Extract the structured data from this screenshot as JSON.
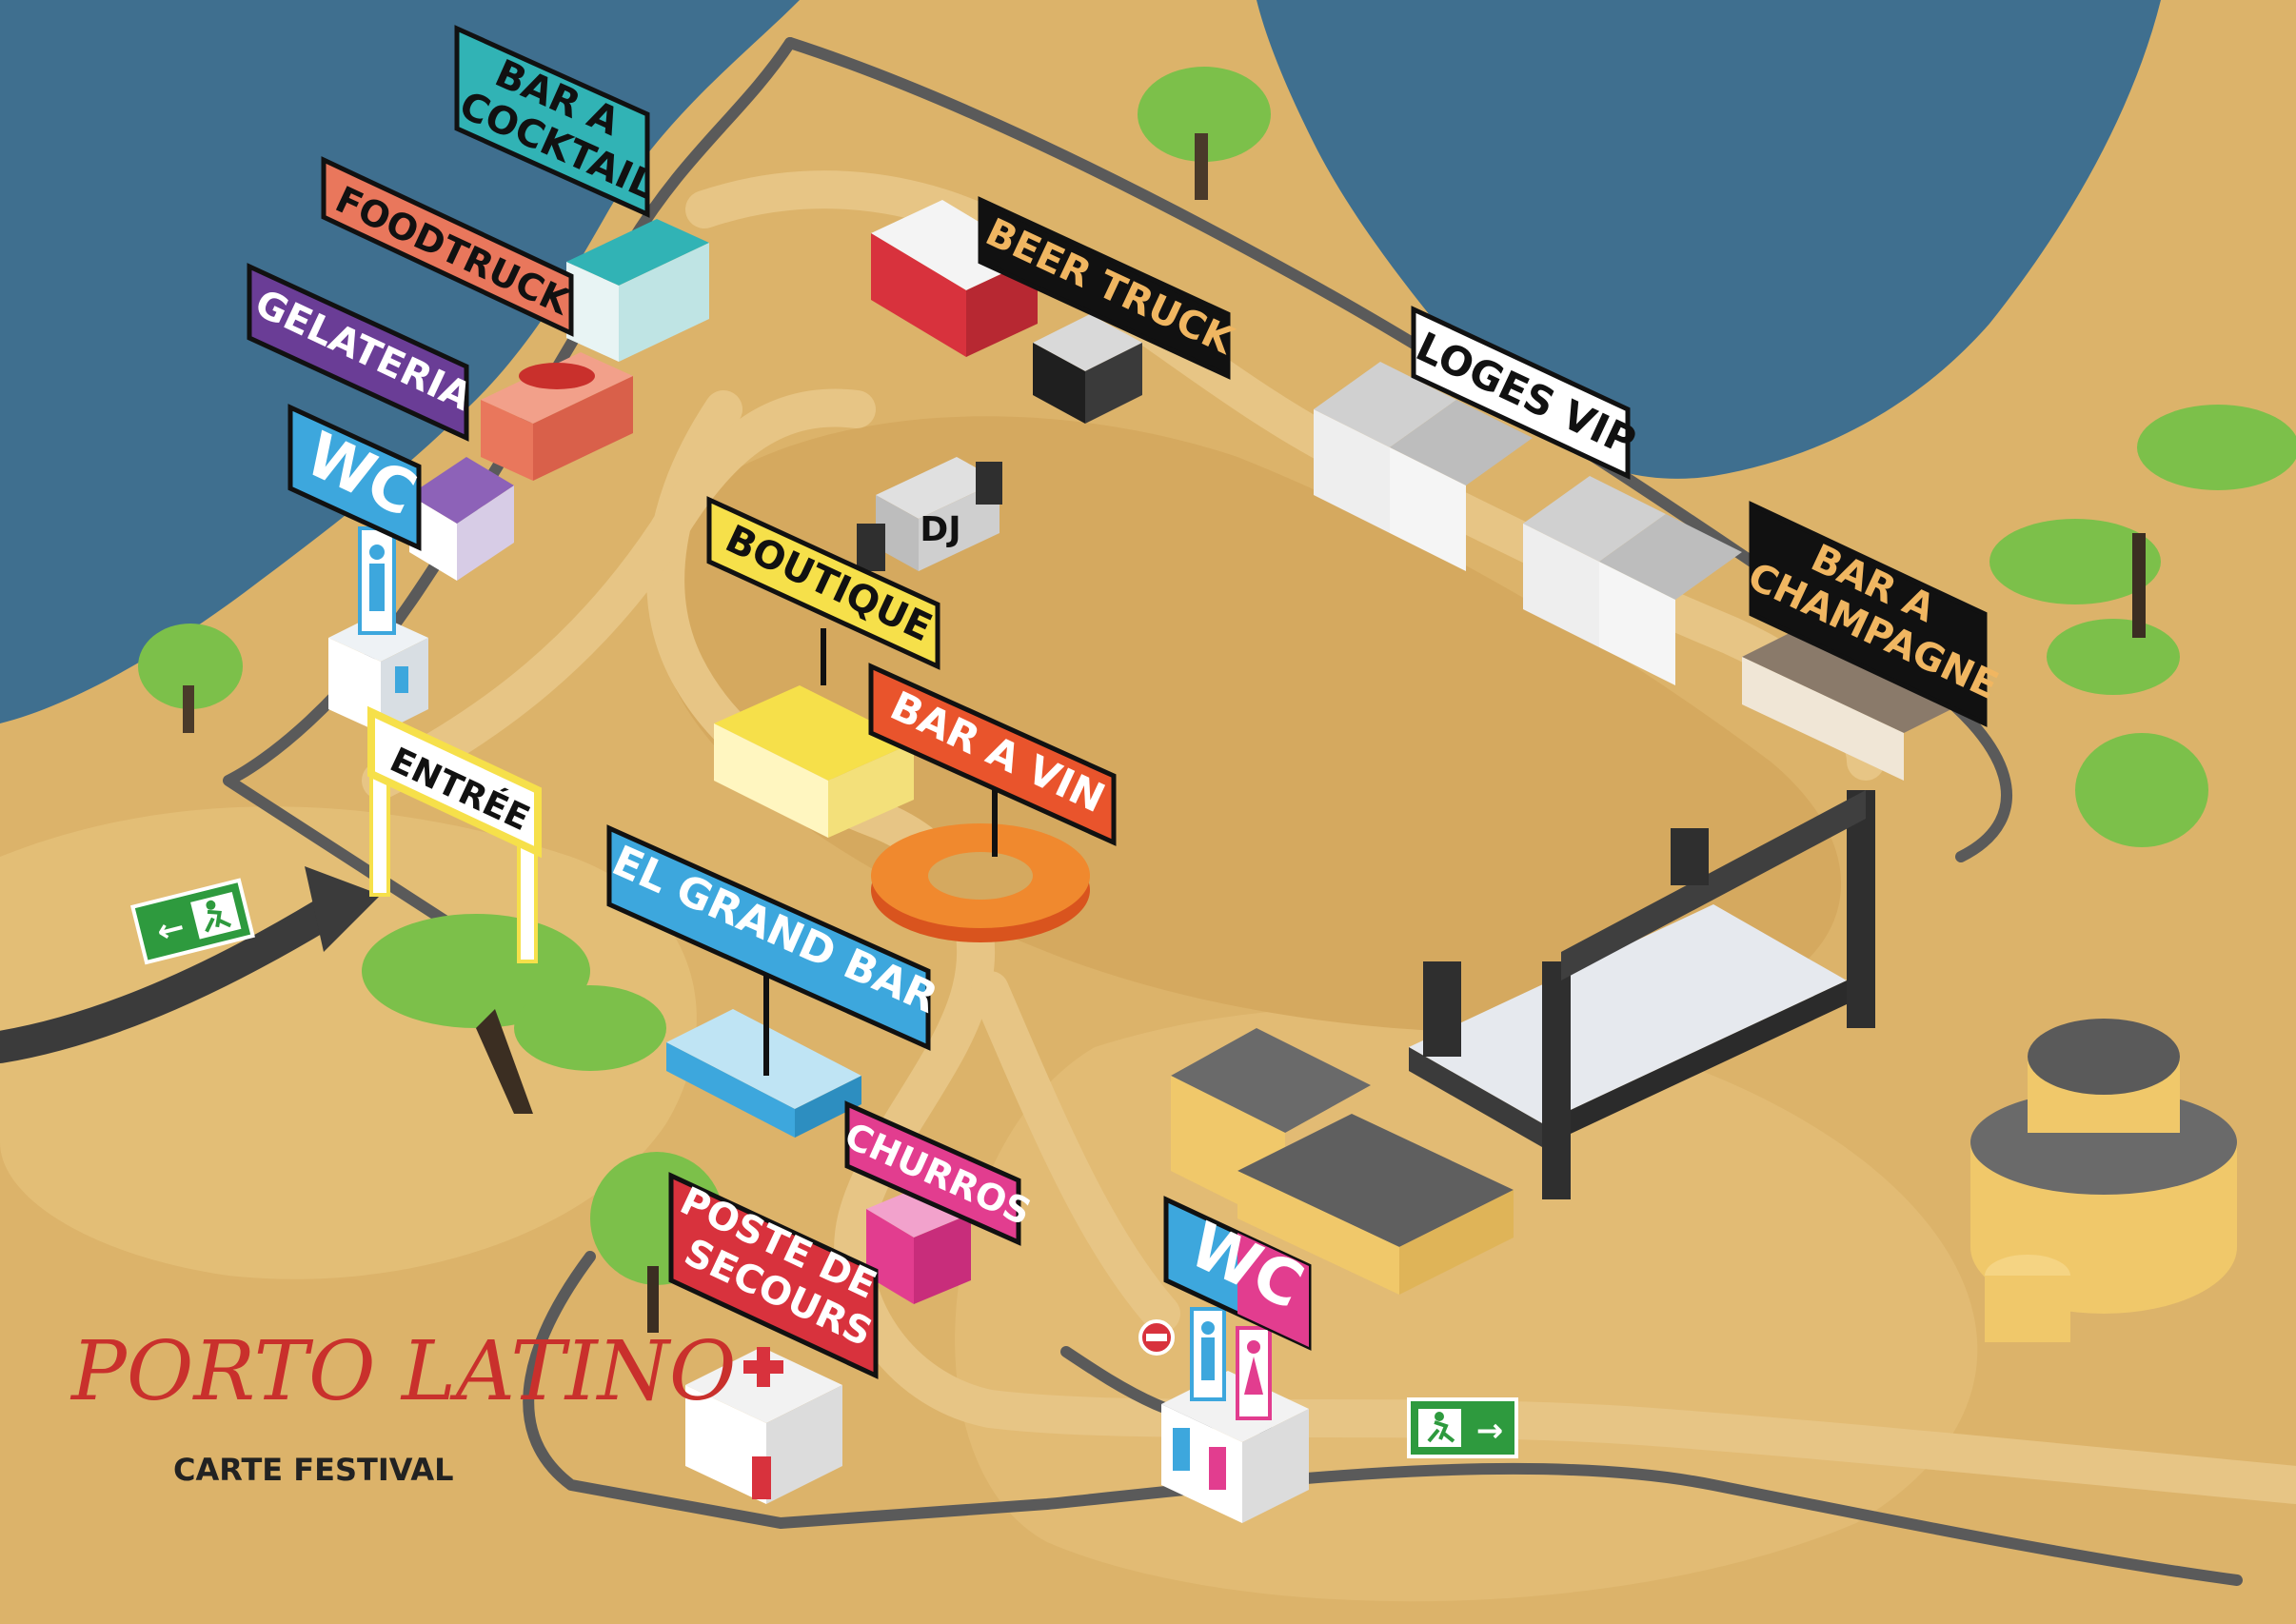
{
  "map": {
    "title": "PORTO LATINO",
    "subtitle": "CARTE FESTIVAL",
    "colors": {
      "sea": "#3f6f8f",
      "sand": "#dcb36a",
      "sand_light": "#e8c47e",
      "path": "#e7c585",
      "road": "#5a5a5a",
      "tree_green": "#7cc04a",
      "logo_red": "#c9302c",
      "exit_green": "#2e9a3e"
    }
  },
  "signs": {
    "bar_cocktail": {
      "line1": "BAR A",
      "line2": "COCKTAIL",
      "color": "#31b3b5",
      "text_color": "#111111"
    },
    "foodtruck": {
      "text": "FOODTRUCK",
      "color": "#e9775c",
      "text_color": "#111111"
    },
    "gelateria": {
      "text": "GELATERIA",
      "color": "#6a3d96",
      "text_color": "#ffffff"
    },
    "wc_left": {
      "text": "WC",
      "color": "#3da7dd",
      "text_color": "#ffffff"
    },
    "entree": {
      "text": "ENTRÉE",
      "color": "#f6e04a",
      "text_color": "#111111"
    },
    "beer_truck": {
      "text": "BEER TRUCK",
      "color": "#111111",
      "text_color": "#f0b661"
    },
    "dj": {
      "text": "DJ"
    },
    "boutique": {
      "text": "BOUTIQUE",
      "color": "#f6e04a",
      "text_color": "#111111"
    },
    "bar_a_vin": {
      "text": "BAR A VIN",
      "color": "#e9542c",
      "text_color": "#ffffff"
    },
    "el_grand_bar": {
      "text": "EL GRAND BAR",
      "color": "#3da7dd",
      "text_color": "#ffffff"
    },
    "churros": {
      "text": "CHURROS",
      "color": "#e23d8f",
      "text_color": "#ffffff"
    },
    "poste_de_secours": {
      "line1": "POSTE DE",
      "line2": "SECOURS",
      "color": "#d8323d",
      "text_color": "#ffffff"
    },
    "wc_right": {
      "text": "WC",
      "color": "#3da7dd",
      "text_color": "#ffffff"
    },
    "loges_vip": {
      "text": "LOGES VIP",
      "color": "#ffffff",
      "text_color": "#111111"
    },
    "bar_a_champagne": {
      "line1": "BAR A",
      "line2": "CHAMPAGNE",
      "color": "#111111",
      "text_color": "#f0b661"
    }
  },
  "exits": {
    "left_arrow": "←",
    "right_arrow": "→"
  },
  "icons": [
    "exit-sign-icon",
    "no-entry-icon",
    "male-wc-icon",
    "female-wc-icon",
    "first-aid-cross-icon",
    "tree-icon",
    "entry-arrow-icon"
  ]
}
